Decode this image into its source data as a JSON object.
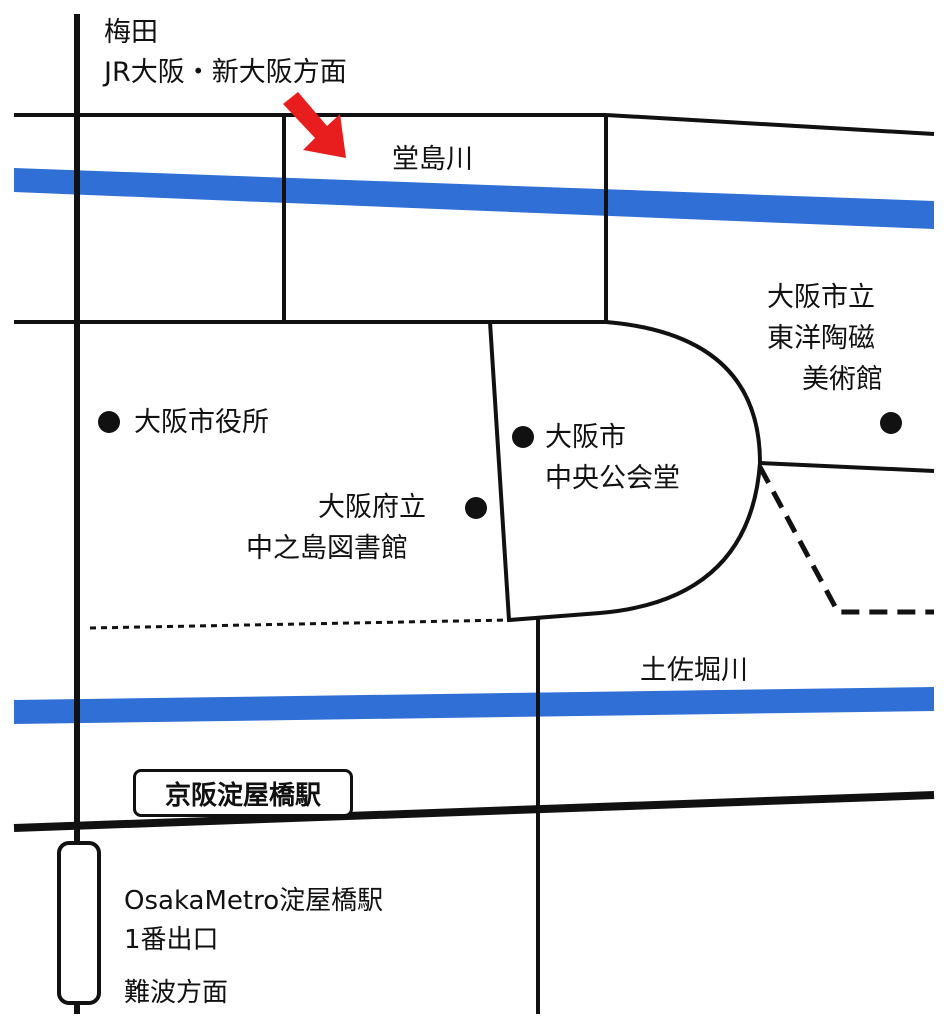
{
  "colors": {
    "river": "#2f6fd6",
    "line": "#111111",
    "arrow": "#e81e1e",
    "background": "#ffffff"
  },
  "icons": {
    "direction_arrow": "red-arrow-icon",
    "poi_marker": "black-dot-icon",
    "metro_exit": "rounded-rect-exit-icon"
  },
  "labels": {
    "umeda_line1": "梅田",
    "umeda_line2": "JR大阪・新大阪方面",
    "dojima_river": "堂島川",
    "tosabori_river": "土佐堀川",
    "ceramics_line1": "大阪市立",
    "ceramics_line2": "東洋陶磁",
    "ceramics_line3": "美術館",
    "city_hall": "大阪市役所",
    "hall_line1": "大阪市",
    "hall_line2": "中央公会堂",
    "library_line1": "大阪府立",
    "library_line2": "中之島図書館",
    "keihan_station": "京阪淀屋橋駅",
    "metro_line1": "OsakaMetro淀屋橋駅",
    "metro_line2": "1番出口",
    "namba": "難波方面"
  }
}
